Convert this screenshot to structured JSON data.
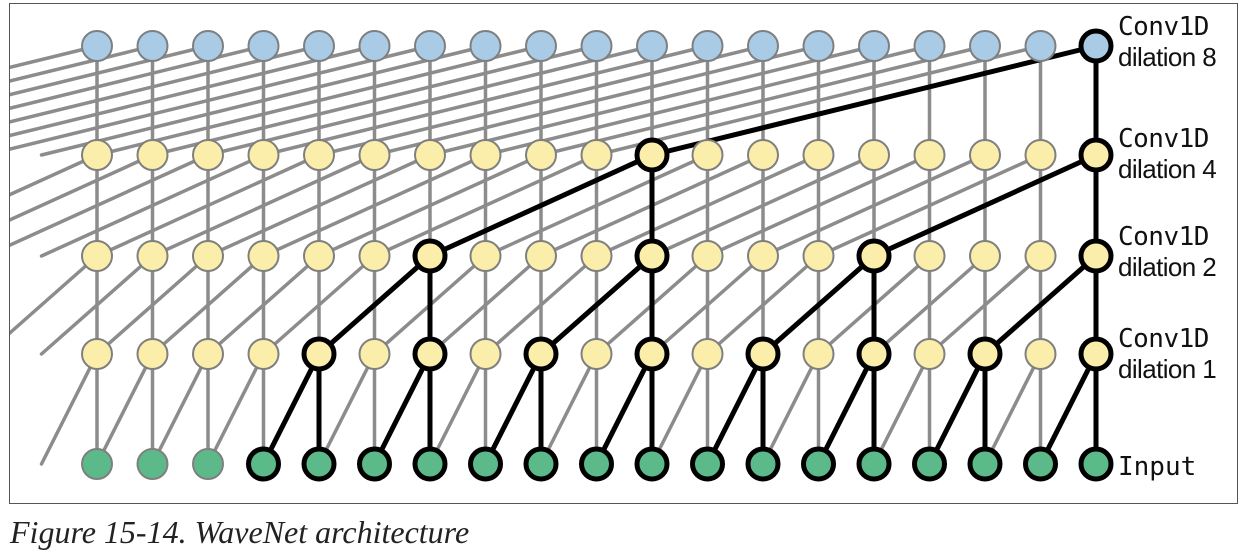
{
  "diagram": {
    "columns": 19,
    "layers": [
      {
        "name": "Input",
        "dilation": 0
      },
      {
        "name": "Conv1D",
        "dilation": 1
      },
      {
        "name": "Conv1D",
        "dilation": 2
      },
      {
        "name": "Conv1D",
        "dilation": 4
      },
      {
        "name": "Conv1D",
        "dilation": 8
      }
    ],
    "output_column": 18,
    "colors": {
      "input_node": "#5cba8a",
      "hidden_node": "#fbeeab",
      "output_node": "#a9cbe6",
      "grey_edge": "#8c8c8c",
      "highlight_edge": "#000000",
      "node_outline": "#7f7f7f"
    }
  },
  "labels": {
    "dilation8": {
      "top": "Conv1D",
      "bottom": "dilation 8"
    },
    "dilation4": {
      "top": "Conv1D",
      "bottom": "dilation 4"
    },
    "dilation2": {
      "top": "Conv1D",
      "bottom": "dilation 2"
    },
    "dilation1": {
      "top": "Conv1D",
      "bottom": "dilation 1"
    },
    "input": "Input"
  },
  "caption": "Figure 15-14. WaveNet architecture"
}
